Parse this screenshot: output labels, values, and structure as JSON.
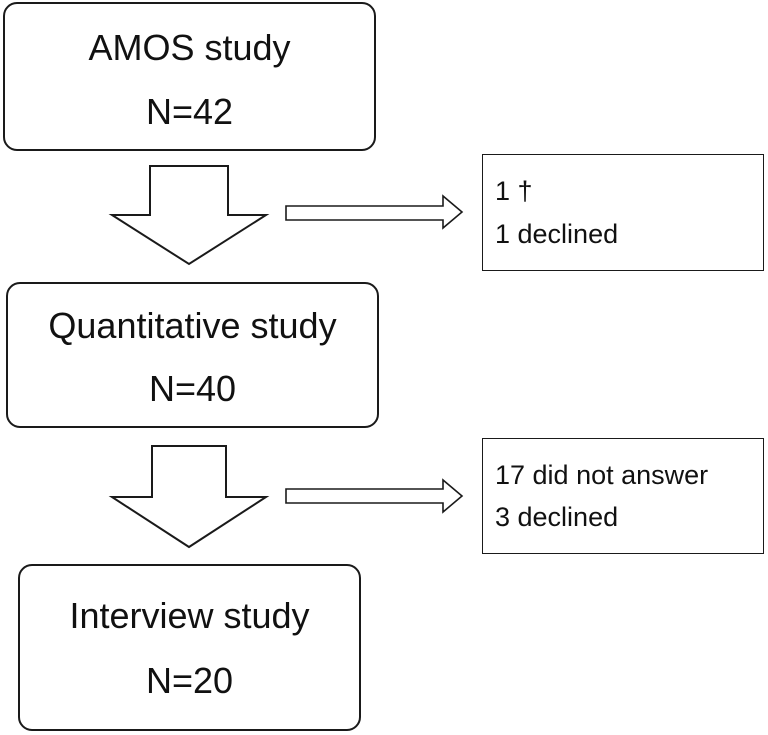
{
  "flow": {
    "stage_1": {
      "title": "AMOS study",
      "count": "N=42"
    },
    "stage_2": {
      "title": "Quantitative study",
      "count": "N=40"
    },
    "stage_3": {
      "title": "Interview study",
      "count": "N=20"
    }
  },
  "exclusions": {
    "after_stage_1": {
      "line_1": "1 †",
      "line_2": "1 declined"
    },
    "after_stage_2": {
      "line_1": "17 did not answer",
      "line_2": "3 declined"
    }
  }
}
